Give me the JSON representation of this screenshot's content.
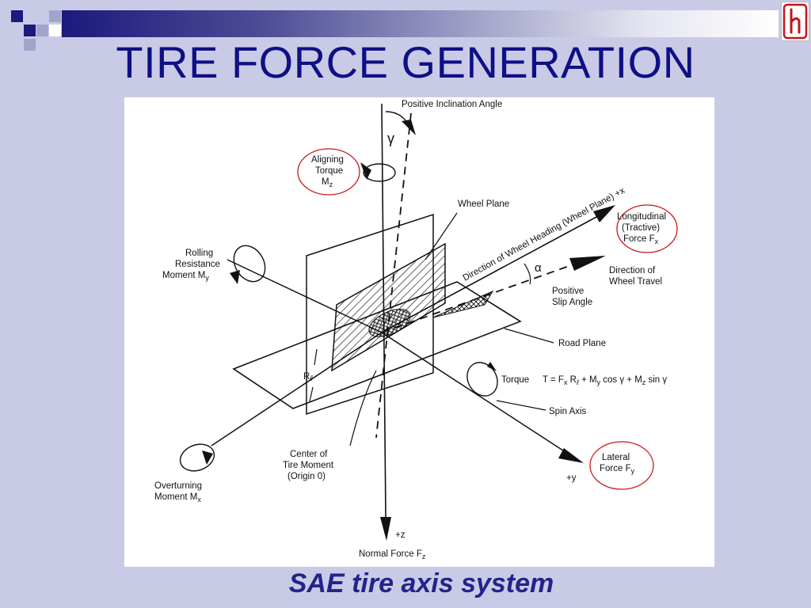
{
  "slide": {
    "title": "TIRE FORCE GENERATION",
    "caption": "SAE tire axis system",
    "accent_color": "#1c1a7c",
    "background_color": "#c9cbe6",
    "logo_icon": "h-logo-icon"
  },
  "diagram": {
    "labels": {
      "inclination_angle": "Positive Inclination Angle",
      "gamma": "γ",
      "aligning_1": "Aligning",
      "aligning_2": "Torque",
      "aligning_3": "M",
      "aligning_sub": "z",
      "wheel_plane": "Wheel Plane",
      "heading": "Direction of Wheel Heading (Wheel Plane) +x",
      "long_1": "Longitudinal",
      "long_2": "(Tractive)",
      "long_3": "Force F",
      "long_sub": "x",
      "rolling_1": "Rolling",
      "rolling_2": "Resistance",
      "rolling_3": "Moment M",
      "rolling_sub": "y",
      "alpha": "α",
      "travel_1": "Direction of",
      "travel_2": "Wheel Travel",
      "slip_1": "Positive",
      "slip_2": "Slip Angle",
      "road_plane": "Road Plane",
      "r_l": "R",
      "r_l_sub": "ℓ",
      "torque_word": "Torque",
      "torque_eq": "T = F",
      "torque_eq_sub1": "x",
      "torque_eq_mid1": " R",
      "torque_eq_sub2": "ℓ",
      "torque_eq_mid2": " + M",
      "torque_eq_sub3": "y",
      "torque_eq_mid3": " cos γ + M",
      "torque_eq_sub4": "z",
      "torque_eq_end": " sin γ",
      "spin_axis": "Spin Axis",
      "center_1": "Center of",
      "center_2": "Tire Moment",
      "center_3": "(Origin 0)",
      "lateral_1": "Lateral",
      "lateral_2": "Force F",
      "lateral_sub": "y",
      "plus_y": "+y",
      "overturning_1": "Overturning",
      "overturning_2": "Moment  M",
      "overturning_sub": "x",
      "plus_z": "+z",
      "normal_force": "Normal Force F",
      "normal_sub": "z"
    }
  }
}
